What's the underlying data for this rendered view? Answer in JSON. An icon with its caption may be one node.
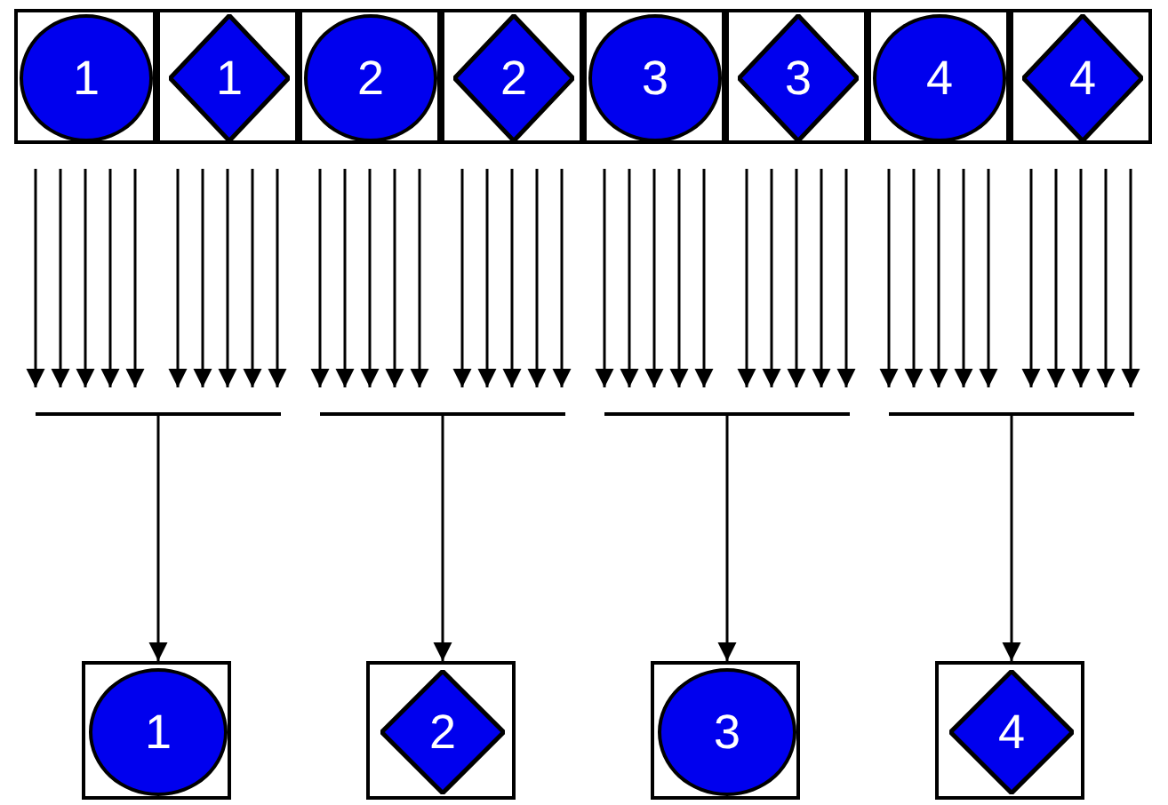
{
  "diagram": {
    "nodes": [
      {
        "text": [],
        "shape": "box"
      },
      {
        "text": [
          "1"
        ],
        "in": 0
      },
      {
        "text": [],
        "shape": "box"
      },
      {
        "text": [
          "1"
        ],
        "in": 2
      },
      {
        "text": [],
        "shape": "box"
      },
      {
        "text": [
          "2"
        ],
        "in": 4
      },
      {
        "text": [],
        "shape": "box"
      },
      {
        "text": [
          "2"
        ],
        "in": 6
      },
      {
        "text": [],
        "shape": "box"
      },
      {
        "text": [
          "3"
        ],
        "in": 8
      },
      {
        "text": [],
        "shape": "box"
      },
      {
        "text": [
          "3"
        ],
        "in": 10
      },
      {
        "text": [],
        "shape": "box"
      },
      {
        "text": [
          "4"
        ],
        "in": 12
      },
      {
        "text": [],
        "shape": "box"
      },
      {
        "text": [
          "4"
        ],
        "in": 14
      },
      {
        "text": [],
        "shape": "bar"
      },
      {
        "text": [],
        "shape": "bar"
      },
      {
        "text": [],
        "shape": "bar"
      },
      {
        "text": [],
        "shape": "bar"
      },
      {
        "text": [],
        "shape": "box"
      },
      {
        "text": [
          "1"
        ],
        "in": 20
      },
      {
        "text": [],
        "shape": "box"
      },
      {
        "text": [
          "2"
        ],
        "in": 22
      },
      {
        "text": [],
        "shape": "box"
      },
      {
        "text": [
          "3"
        ],
        "in": 24
      },
      {
        "text": [],
        "shape": "box"
      },
      {
        "text": [
          "4"
        ],
        "in": 26
      }
    ],
    "edges": [
      {
        "from": 0,
        "to": 16,
        "arrow": "to"
      },
      {
        "from": 0,
        "to": 16,
        "arrow": "to"
      },
      {
        "from": 0,
        "to": 16,
        "arrow": "to"
      },
      {
        "from": 0,
        "to": 16,
        "arrow": "to"
      },
      {
        "from": 0,
        "to": 16,
        "arrow": "to"
      },
      {
        "from": 2,
        "to": 16,
        "arrow": "to"
      },
      {
        "from": 2,
        "to": 16,
        "arrow": "to"
      },
      {
        "from": 2,
        "to": 16,
        "arrow": "to"
      },
      {
        "from": 2,
        "to": 16,
        "arrow": "to"
      },
      {
        "from": 2,
        "to": 16,
        "arrow": "to"
      },
      {
        "from": 4,
        "to": 17,
        "arrow": "to"
      },
      {
        "from": 4,
        "to": 17,
        "arrow": "to"
      },
      {
        "from": 4,
        "to": 17,
        "arrow": "to"
      },
      {
        "from": 4,
        "to": 17,
        "arrow": "to"
      },
      {
        "from": 4,
        "to": 17,
        "arrow": "to"
      },
      {
        "from": 6,
        "to": 17,
        "arrow": "to"
      },
      {
        "from": 6,
        "to": 17,
        "arrow": "to"
      },
      {
        "from": 6,
        "to": 17,
        "arrow": "to"
      },
      {
        "from": 6,
        "to": 17,
        "arrow": "to"
      },
      {
        "from": 6,
        "to": 17,
        "arrow": "to"
      },
      {
        "from": 8,
        "to": 18,
        "arrow": "to"
      },
      {
        "from": 8,
        "to": 18,
        "arrow": "to"
      },
      {
        "from": 8,
        "to": 18,
        "arrow": "to"
      },
      {
        "from": 8,
        "to": 18,
        "arrow": "to"
      },
      {
        "from": 8,
        "to": 18,
        "arrow": "to"
      },
      {
        "from": 10,
        "to": 18,
        "arrow": "to"
      },
      {
        "from": 10,
        "to": 18,
        "arrow": "to"
      },
      {
        "from": 10,
        "to": 18,
        "arrow": "to"
      },
      {
        "from": 10,
        "to": 18,
        "arrow": "to"
      },
      {
        "from": 10,
        "to": 18,
        "arrow": "to"
      },
      {
        "from": 12,
        "to": 19,
        "arrow": "to"
      },
      {
        "from": 12,
        "to": 19,
        "arrow": "to"
      },
      {
        "from": 12,
        "to": 19,
        "arrow": "to"
      },
      {
        "from": 12,
        "to": 19,
        "arrow": "to"
      },
      {
        "from": 12,
        "to": 19,
        "arrow": "to"
      },
      {
        "from": 14,
        "to": 19,
        "arrow": "to"
      },
      {
        "from": 14,
        "to": 19,
        "arrow": "to"
      },
      {
        "from": 14,
        "to": 19,
        "arrow": "to"
      },
      {
        "from": 14,
        "to": 19,
        "arrow": "to"
      },
      {
        "from": 14,
        "to": 19,
        "arrow": "to"
      },
      {
        "from": 16,
        "to": 20,
        "arrow": "to"
      },
      {
        "from": 17,
        "to": 22,
        "arrow": "to"
      },
      {
        "from": 18,
        "to": 24,
        "arrow": "to"
      },
      {
        "from": 19,
        "to": 26,
        "arrow": "to"
      }
    ]
  }
}
